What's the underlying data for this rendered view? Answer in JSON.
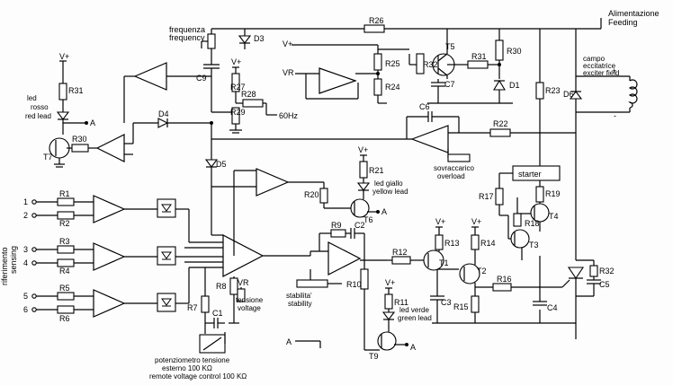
{
  "labels": {
    "alimentazione": "Alimentazione",
    "feeding": "Feeding",
    "campo": "campo",
    "eccitatrice": "eccitatrice",
    "exciter_field": "exciter field",
    "frequenza": "frequenza",
    "frequency": "frequency",
    "led_rosso": "led",
    "rosso": "rosso",
    "red_lead": "red lead",
    "sixty_hz": "60Hz",
    "sovraccarico": "sovraccarico",
    "overload": "overload",
    "starter": "starter",
    "led_giallo": "led giallo",
    "yellow_lead": "yellow lead",
    "led_verde": "led verde",
    "green_lead": "green lead",
    "riferimento": "riferimento",
    "sensing": "sensing",
    "tensione": "tensione",
    "voltage": "voltage",
    "stabilita": "stabilita'",
    "stability": "stability",
    "pot_it": "potenziometro tensione",
    "pot_it2": "esterno 100 KΩ",
    "pot_en": "remote voltage control 100 KΩ",
    "vplus": "V+",
    "vr": "VR",
    "a": "A",
    "plus": "+",
    "minus": "-"
  },
  "components": {
    "R1": "R1",
    "R2": "R2",
    "R3": "R3",
    "R4": "R4",
    "R5": "R5",
    "R6": "R6",
    "R7": "R7",
    "R8": "R8",
    "R9": "R9",
    "R10": "R10",
    "R11": "R11",
    "R12": "R12",
    "R13": "R13",
    "R14": "R14",
    "R15": "R15",
    "R16": "R16",
    "R17": "R17",
    "R18": "R18",
    "R19": "R19",
    "R20": "R20",
    "R21": "R21",
    "R22": "R22",
    "R23": "R23",
    "R24": "R24",
    "R25": "R25",
    "R26": "R26",
    "R27": "R27",
    "R28": "R28",
    "R29": "R29",
    "R30": "R30",
    "R31a": "R31",
    "R31b": "R31",
    "R32a": "R32",
    "R32b": "R32",
    "C1": "C1",
    "C2": "C2",
    "C3": "C3",
    "C4": "C4",
    "C5": "C5",
    "C6": "C6",
    "C7": "C7",
    "C9": "C9",
    "D1": "D1",
    "D3": "D3",
    "D4": "D4",
    "D5": "D5",
    "D6": "D6",
    "T1": "T1",
    "T2": "T2",
    "T3": "T3",
    "T4": "T4",
    "T5": "T5",
    "T6": "T6",
    "T7": "T7",
    "T9": "T9"
  },
  "terminals": [
    "1",
    "2",
    "3",
    "4",
    "5",
    "6"
  ]
}
